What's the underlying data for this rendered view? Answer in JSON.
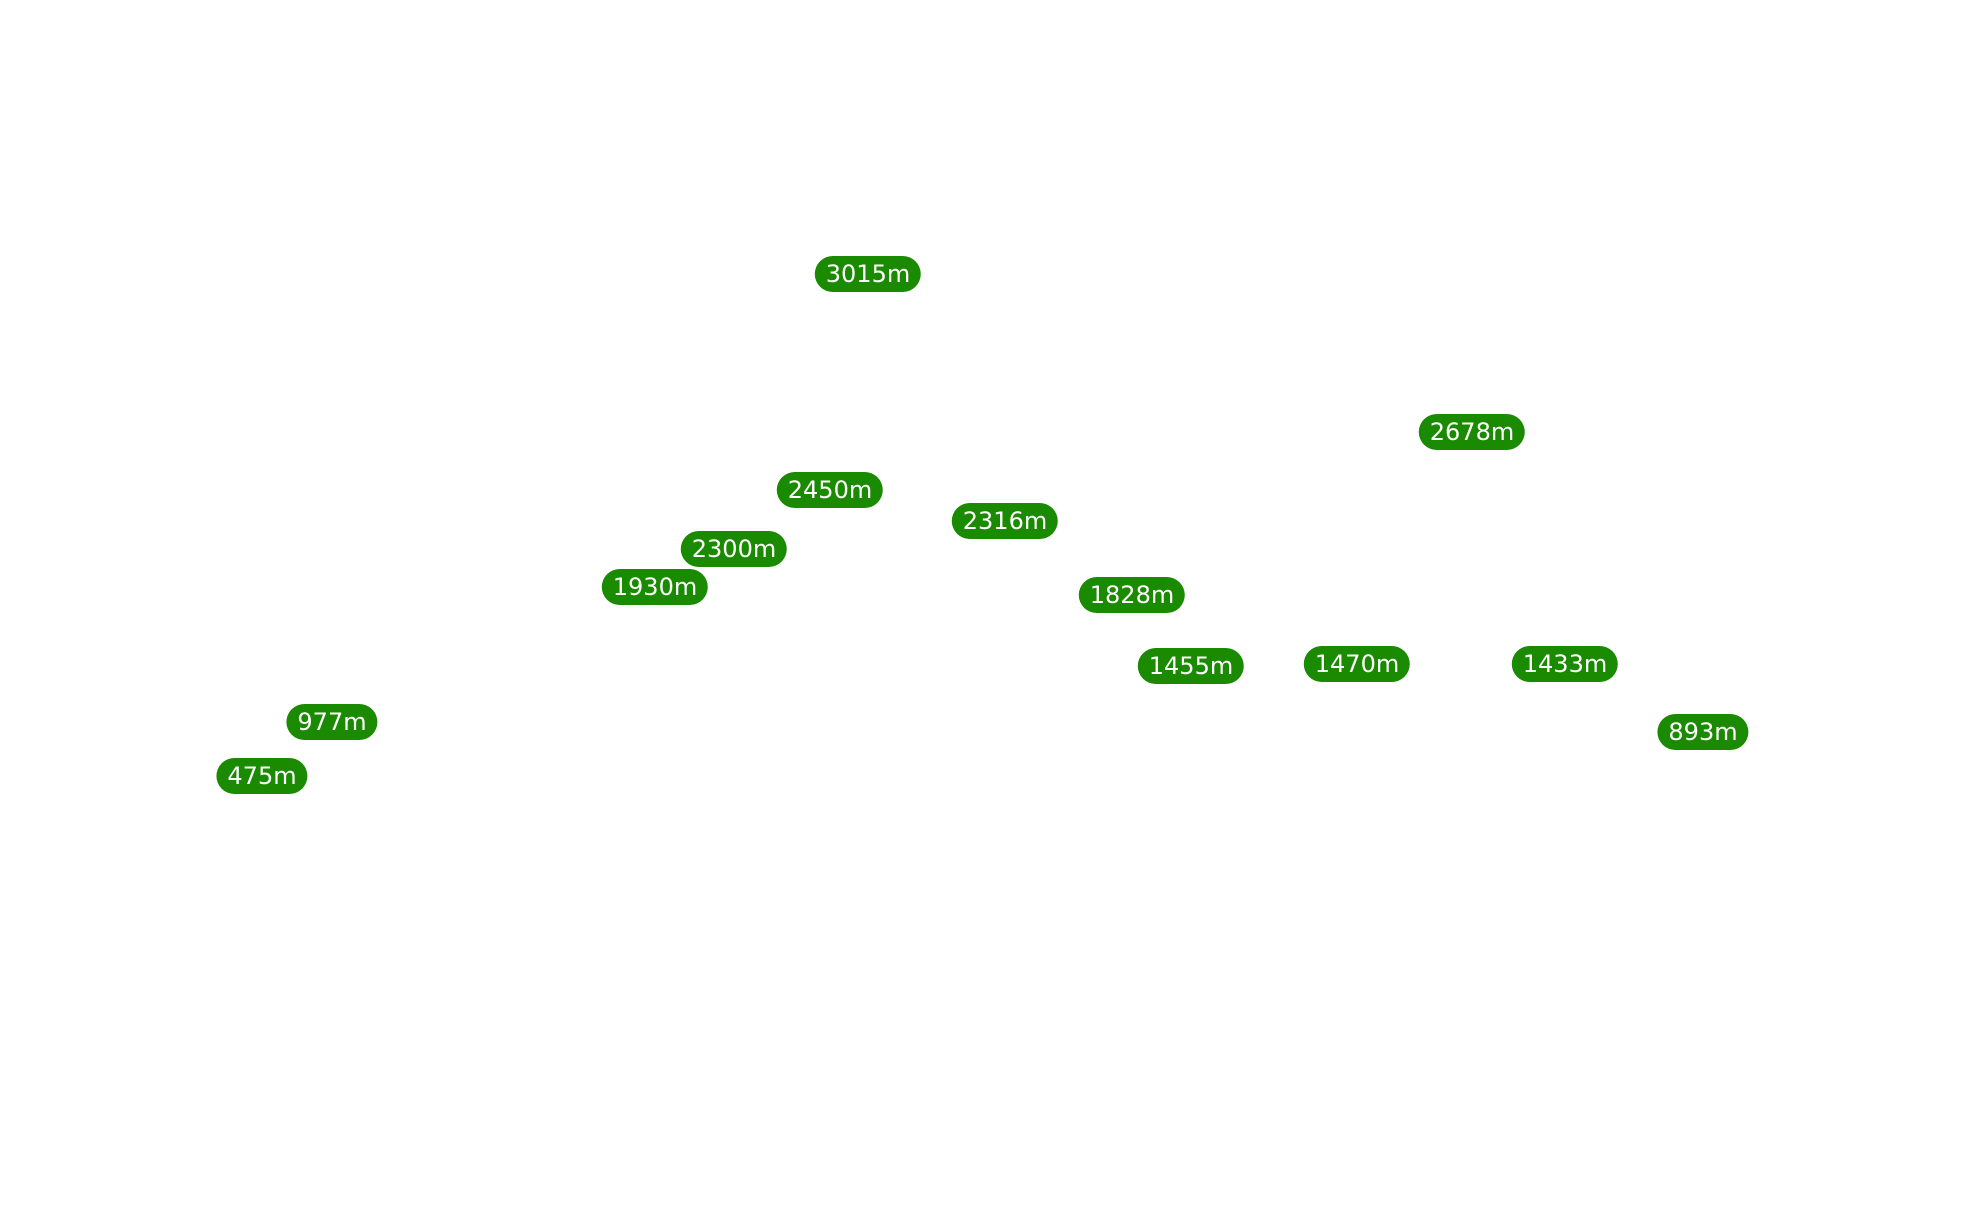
{
  "theme": {
    "label_background": "#1a8a00",
    "label_text": "#ffffff"
  },
  "map": {
    "elevation_labels": [
      "3015m",
      "2678m",
      "2450m",
      "2316m",
      "2300m",
      "1930m",
      "1828m",
      "1455m",
      "1470m",
      "1433m",
      "893m",
      "977m",
      "475m"
    ]
  }
}
